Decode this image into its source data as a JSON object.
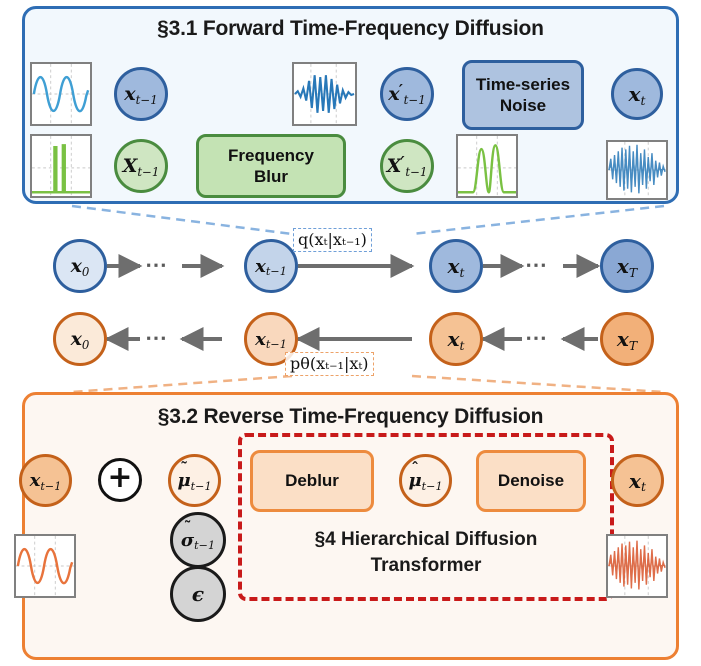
{
  "figure": {
    "type": "diagram",
    "caption": "Time-Frequency diffusion model schematic"
  },
  "forward_panel": {
    "title": "§3.1 Forward Time-Frequency Diffusion",
    "border_color": "#2e6db4",
    "background_color": "#f2f8fd",
    "nodes": [
      {
        "id": "x_t_minus_1",
        "label_main": "x",
        "label_sub": "t−1",
        "color": "blue"
      },
      {
        "id": "X_t_minus_1",
        "label_main": "X",
        "label_sub": "t−1",
        "color": "green"
      },
      {
        "id": "x_prime_t_minus_1",
        "label_main": "x",
        "label_prime": "′",
        "label_sub": "t−1",
        "color": "blue"
      },
      {
        "id": "X_prime_t_minus_1",
        "label_main": "X",
        "label_prime": "′",
        "label_sub": "t−1",
        "color": "green"
      },
      {
        "id": "x_t",
        "label_main": "x",
        "label_sub": "t",
        "color": "blue"
      }
    ],
    "boxes": [
      {
        "id": "frequency-blur",
        "label": "Frequency\nBlur",
        "line1": "Frequency",
        "line2": "Blur",
        "color": "green"
      },
      {
        "id": "time-series-noise",
        "label": "Time-series\nNoise",
        "line1": "Time-series",
        "line2": "Noise",
        "color": "blue"
      }
    ],
    "thumbnails": [
      {
        "id": "clean-sine-wave",
        "kind": "time",
        "color": "#3f9fd4"
      },
      {
        "id": "clean-spectrum-peaks",
        "kind": "freq",
        "color": "#7ac143"
      },
      {
        "id": "blurred-time-wave",
        "kind": "time-modulated",
        "color": "#2878b8"
      },
      {
        "id": "blurred-spectrum-peaks",
        "kind": "freq-blurred",
        "color": "#7ac143"
      },
      {
        "id": "noisy-time-wave",
        "kind": "time-noisy",
        "color": "#2878b8"
      }
    ]
  },
  "markov": {
    "forward_chain": {
      "transition_formula": "q(xₜ|xₜ₋₁)",
      "nodes": [
        {
          "label_main": "x",
          "label_sub": "0"
        },
        {
          "label_main": "",
          "label_sub": "",
          "ellipsis": "…"
        },
        {
          "label_main": "x",
          "label_sub": "t−1"
        },
        {
          "label_main": "x",
          "label_sub": "t"
        },
        {
          "label_main": "",
          "label_sub": "",
          "ellipsis": "…"
        },
        {
          "label_main": "x",
          "label_sub": "T"
        }
      ],
      "direction": "left-to-right",
      "color": "#2e5f9e"
    },
    "reverse_chain": {
      "transition_formula": "pθ(xₜ₋₁|xₜ)",
      "nodes": [
        {
          "label_main": "x",
          "label_sub": "0"
        },
        {
          "label_main": "",
          "label_sub": "",
          "ellipsis": "…"
        },
        {
          "label_main": "x",
          "label_sub": "t−1"
        },
        {
          "label_main": "x",
          "label_sub": "t"
        },
        {
          "label_main": "",
          "label_sub": "",
          "ellipsis": "…"
        },
        {
          "label_main": "x",
          "label_sub": "T"
        }
      ],
      "direction": "right-to-left",
      "color": "#c4611a"
    },
    "arrow_color": "#6e6e6e"
  },
  "reverse_panel": {
    "title": "§3.2 Reverse Time-Frequency Diffusion",
    "border_color": "#ed8033",
    "background_color": "#fdf7f2",
    "hdt_box": {
      "label_line1": "§4 Hierarchical Diffusion",
      "label_line2": "Transformer",
      "border_color": "#c81a1a",
      "border_style": "dashed"
    },
    "nodes": [
      {
        "id": "x_t_minus_1_out",
        "label_main": "x",
        "label_sub": "t−1",
        "color": "orange"
      },
      {
        "id": "plus-operator",
        "label_main": "⊕",
        "color": "black-outline"
      },
      {
        "id": "mu_tilde_t_minus_1",
        "label_main": "μ",
        "accent": "̃",
        "label_sub": "t−1",
        "color": "orange-lite"
      },
      {
        "id": "mu_hat_t_minus_1",
        "label_main": "μ",
        "accent": "̂",
        "label_sub": "t−1",
        "color": "orange-lite"
      },
      {
        "id": "x_t_in",
        "label_main": "x",
        "label_sub": "t",
        "color": "orange"
      },
      {
        "id": "sigma_tilde_t_minus_1",
        "label_main": "σ",
        "accent": "̃",
        "label_sub": "t−1",
        "color": "grey"
      },
      {
        "id": "epsilon",
        "label_main": "ϵ",
        "color": "grey"
      }
    ],
    "boxes": [
      {
        "id": "deblur",
        "label": "Deblur",
        "color": "orange"
      },
      {
        "id": "denoise",
        "label": "Denoise",
        "color": "orange"
      }
    ],
    "thumbnails": [
      {
        "id": "recovered-sine-wave",
        "kind": "time",
        "color": "#e8733c"
      },
      {
        "id": "noisy-orange-wave",
        "kind": "time-noisy",
        "color": "#d9542a"
      }
    ]
  },
  "colors": {
    "blue_border": "#2e5f9e",
    "blue_fill": "#9fb9dd",
    "green_border": "#4a8c3f",
    "green_fill": "#cfe6c2",
    "orange_border": "#c4611a",
    "orange_fill": "#f5c294",
    "red_dashed": "#c81a1a",
    "grey_arrow": "#6e6e6e",
    "panel_blue_bg": "#f2f8fd",
    "panel_orange_bg": "#fdf7f2"
  }
}
